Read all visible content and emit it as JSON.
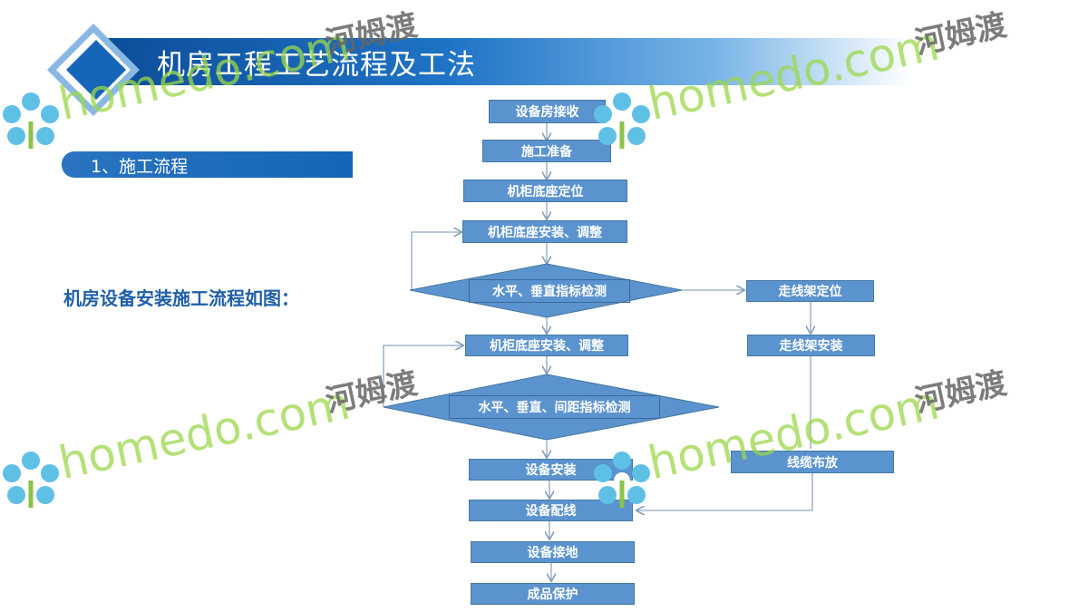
{
  "title": "机房工程工艺流程及工法",
  "section": "1、施工流程",
  "intro": "机房设备安装施工流程如图：",
  "nodes": {
    "n1": "设备房接收",
    "n2": "施工准备",
    "n3": "机柜底座定位",
    "n4": "机柜底座安装、调整",
    "d1": "水平、垂直指标检测",
    "n5": "机柜底座安装、调整",
    "d2": "水平、垂直、间距指标检测",
    "n6": "设备安装",
    "n7": "设备配线",
    "n8": "设备接地",
    "n9": "成品保护",
    "r1": "走线架定位",
    "r2": "走线架安装",
    "r3": "线缆布放"
  },
  "watermark": {
    "brand": "homedo.com",
    "cn": "河姆渡"
  }
}
